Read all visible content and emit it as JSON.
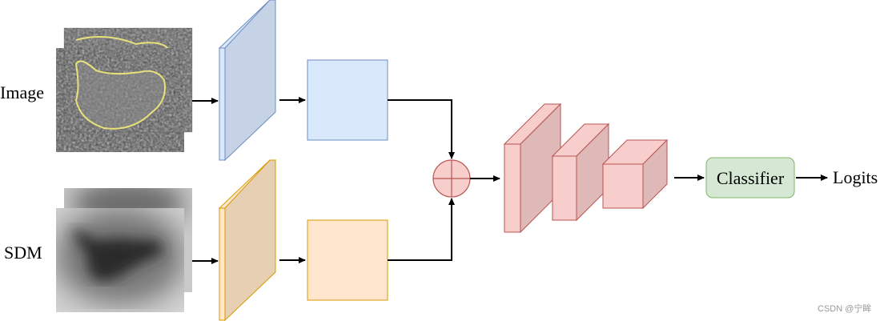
{
  "labels": {
    "image": "Image",
    "sdm": "SDM",
    "classifier": "Classifier",
    "logits": "Logits"
  },
  "watermark": "CSDN @宁眸",
  "colors": {
    "blue_fill": "#dae8fc",
    "blue_stroke": "#6c8ebf",
    "orange_fill": "#ffe6cc",
    "orange_stroke": "#d79b00",
    "red_fill": "#f8cecc",
    "red_stroke": "#b85450",
    "green_fill": "#d5e8d4",
    "green_stroke": "#82b366"
  }
}
